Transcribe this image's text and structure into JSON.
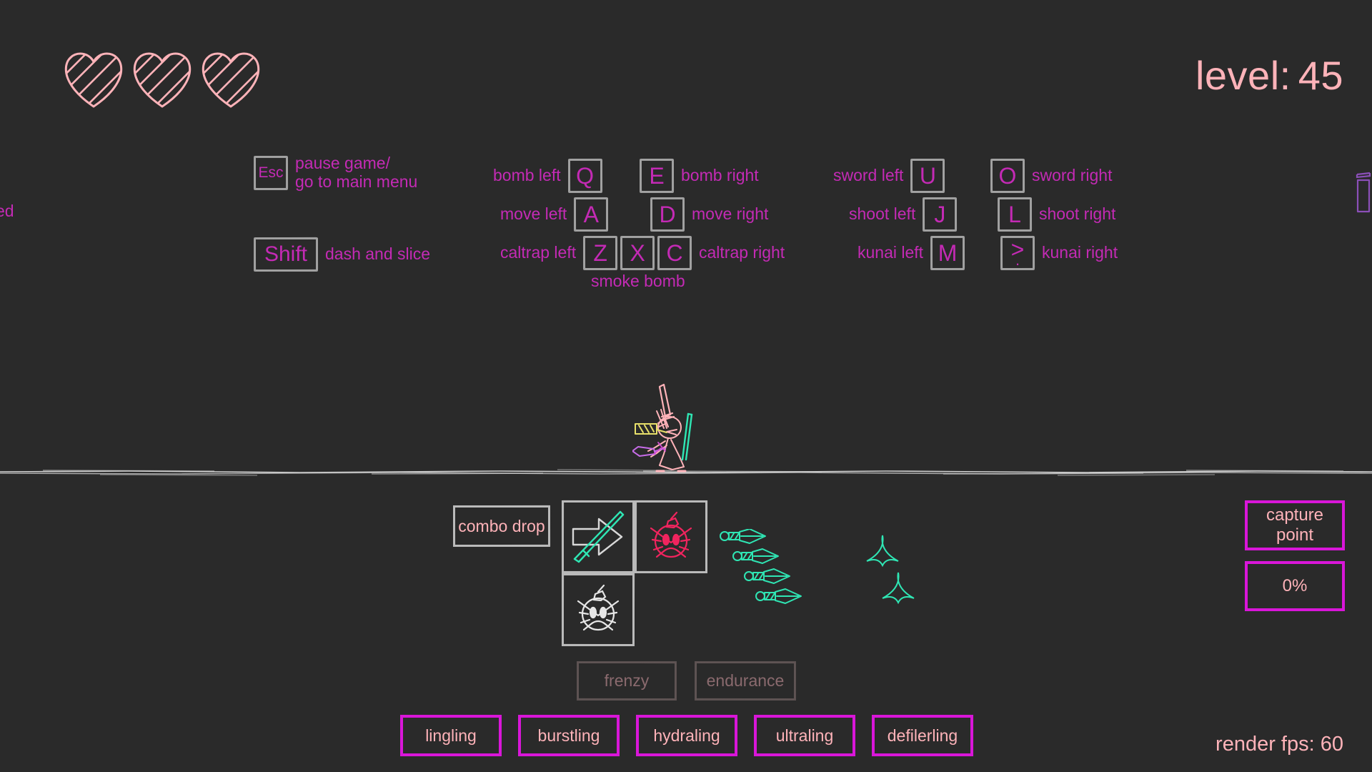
{
  "colors": {
    "background": "#2a2a2a",
    "pink": "#ffb3b9",
    "magenta": "#c42ab5",
    "magenta_bright": "#d916d9",
    "cyan": "#2fe6b4",
    "red": "#f0245e",
    "white": "#d8d8d8",
    "dim": "#8a6a6e"
  },
  "hud": {
    "lives": 3,
    "level_label": "level:",
    "level_value": "45",
    "fps_text": "render fps: 60"
  },
  "controls": [
    {
      "name": "esc",
      "key": "Esc",
      "label": "pause game/\ngo to main menu",
      "label_side": "right"
    },
    {
      "name": "shift",
      "key": "Shift",
      "label": "dash and slice",
      "label_side": "right"
    },
    {
      "name": "bomb-left",
      "key": "Q",
      "label": "bomb left",
      "label_side": "left"
    },
    {
      "name": "bomb-right",
      "key": "E",
      "label": "bomb right",
      "label_side": "right"
    },
    {
      "name": "move-left",
      "key": "A",
      "label": "move left",
      "label_side": "left"
    },
    {
      "name": "move-right",
      "key": "D",
      "label": "move right",
      "label_side": "right"
    },
    {
      "name": "caltrap-left",
      "key": "Z",
      "label": "caltrap left",
      "label_side": "left"
    },
    {
      "name": "smoke-bomb",
      "key": "X",
      "label": "smoke bomb",
      "label_side": "below"
    },
    {
      "name": "caltrap-right",
      "key": "C",
      "label": "caltrap right",
      "label_side": "right"
    },
    {
      "name": "sword-left",
      "key": "U",
      "label": "sword left",
      "label_side": "left"
    },
    {
      "name": "sword-right",
      "key": "O",
      "label": "sword right",
      "label_side": "right"
    },
    {
      "name": "shoot-left",
      "key": "J",
      "label": "shoot left",
      "label_side": "left"
    },
    {
      "name": "shoot-right",
      "key": "L",
      "label": "shoot right",
      "label_side": "right"
    },
    {
      "name": "kunai-left",
      "key": "M",
      "label": "kunai left",
      "label_side": "left"
    },
    {
      "name": "kunai-right",
      "key": ">",
      "key_sub": ".",
      "label": "kunai right",
      "label_side": "right"
    }
  ],
  "combo": {
    "drop_label": "combo drop",
    "cells": [
      {
        "name": "dash-slice-icon",
        "icon": "arrow-sword-icon"
      },
      {
        "name": "bomb-red-icon",
        "icon": "bomb-face-red-icon"
      },
      {
        "name": "bomb-white-icon",
        "icon": "bomb-face-white-icon"
      }
    ]
  },
  "pickups": {
    "kunai_count": 4,
    "caltrap_count": 2
  },
  "capture": {
    "title": "capture\npoint",
    "title_line1": "capture",
    "title_line2": "point",
    "percent": "0%"
  },
  "perks": [
    {
      "name": "frenzy",
      "label": "frenzy",
      "enabled": false
    },
    {
      "name": "endurance",
      "label": "endurance",
      "enabled": false
    }
  ],
  "units": [
    {
      "name": "lingling",
      "label": "lingling"
    },
    {
      "name": "burstling",
      "label": "burstling"
    },
    {
      "name": "hydraling",
      "label": "hydraling"
    },
    {
      "name": "ultraling",
      "label": "ultraling"
    },
    {
      "name": "defilerling",
      "label": "defilerling"
    }
  ],
  "edges": {
    "left_text_fragment": "ed"
  }
}
